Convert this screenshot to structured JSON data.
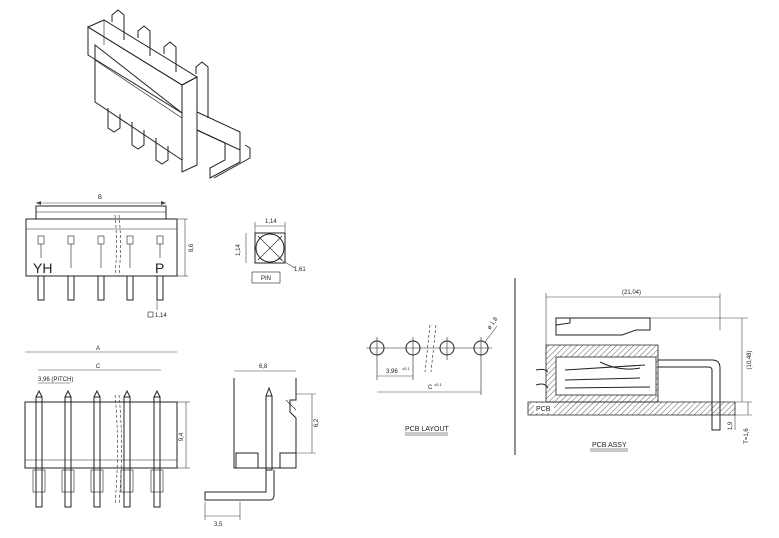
{
  "dimensions": {
    "b": "B",
    "a": "A",
    "c": "C",
    "h_8_6": "8,6",
    "w_1_14": "1,14",
    "h_1_14": "1,14",
    "pin_1_61": "1,61",
    "sq_1_14": "1,14",
    "pitch": "3,96 (PITCH)",
    "h_9_4": "9,4",
    "w_6_8": "6,8",
    "h_6_2": "6,2",
    "w_3_5": "3,5",
    "layout_pitch": "3,96",
    "layout_pitch_tol": "±0,1",
    "layout_c": "C",
    "layout_c_tol": "±0,1",
    "hole_dia": "ø 1,8",
    "assy_width": "(21,04)",
    "assy_height": "(10,48)",
    "assy_1_9": "1,9",
    "assy_t": "T=1,6"
  },
  "labels": {
    "yh": "YH",
    "p": "P",
    "pin": "PIN",
    "pcb_layout": "PCB LAYOUT",
    "pcb_assy": "PCB ASSY",
    "pcb": "PCB"
  }
}
